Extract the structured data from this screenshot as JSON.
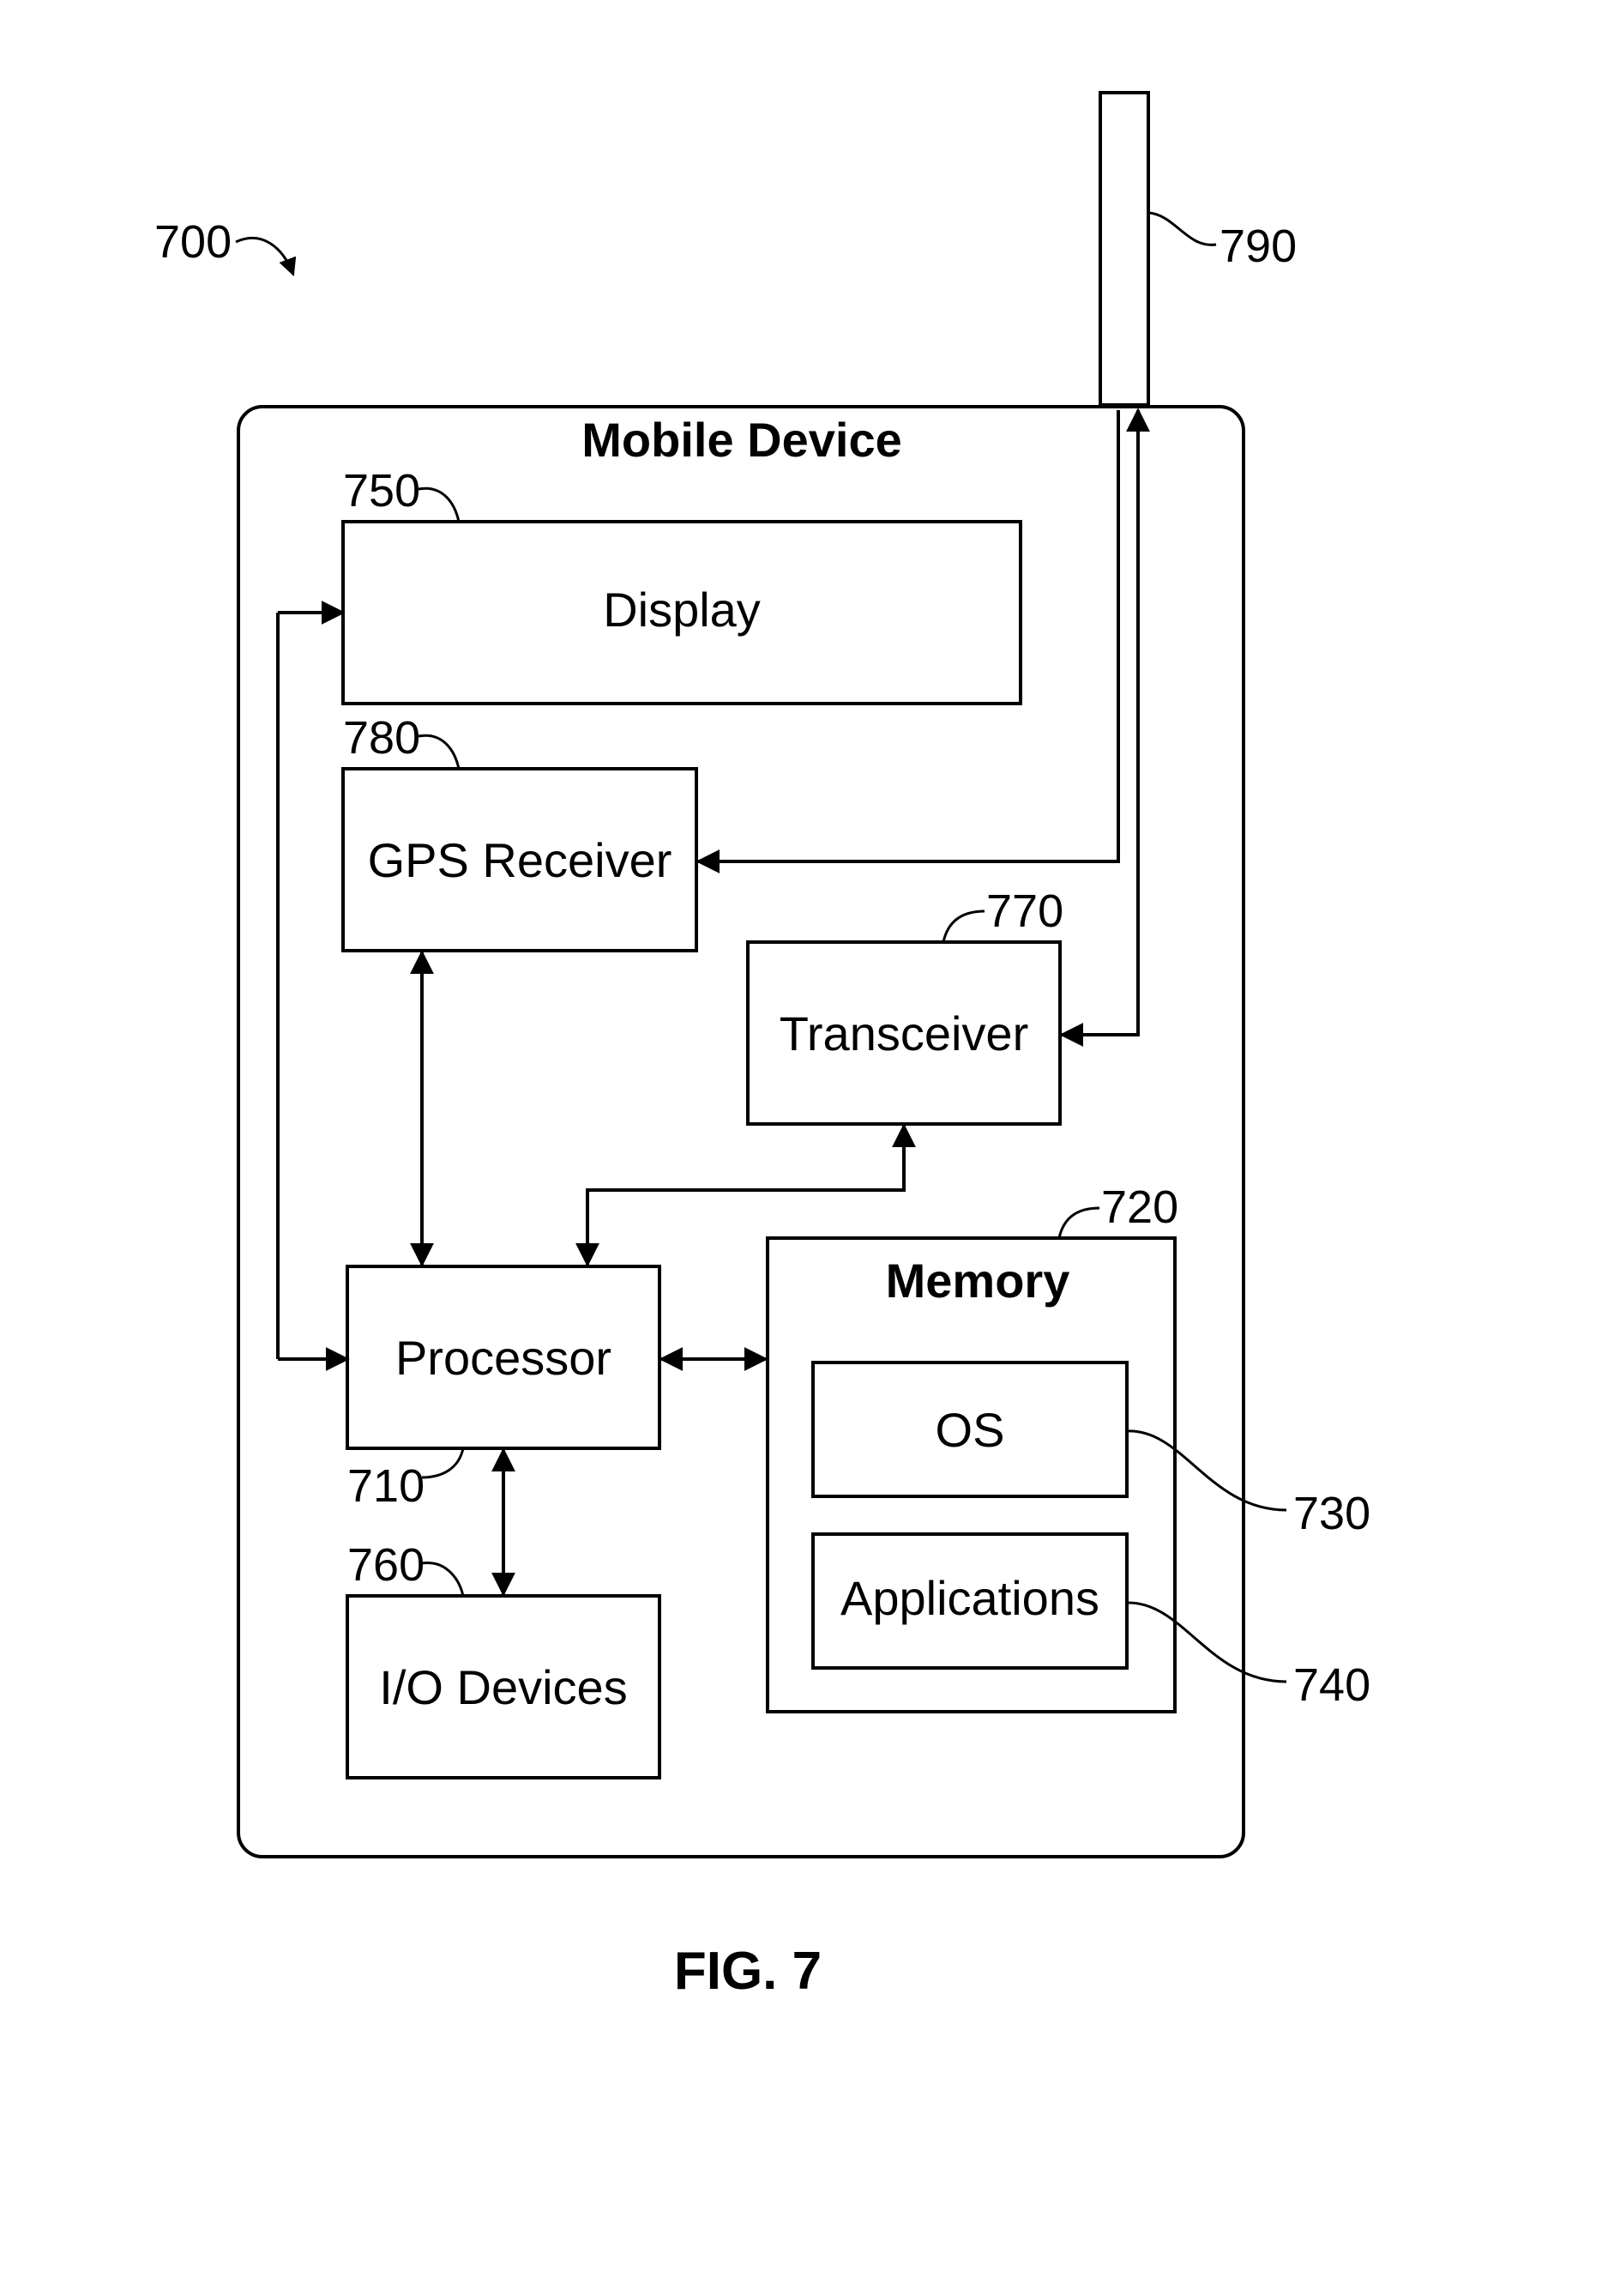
{
  "figure": {
    "ref": "700",
    "caption": "FIG. 7"
  },
  "device": {
    "title": "Mobile Device"
  },
  "antenna": {
    "ref": "790"
  },
  "blocks": {
    "display": {
      "label": "Display",
      "ref": "750"
    },
    "gps": {
      "label": "GPS Receiver",
      "ref": "780"
    },
    "transceiver": {
      "label": "Transceiver",
      "ref": "770"
    },
    "processor": {
      "label": "Processor",
      "ref": "710"
    },
    "io": {
      "label": "I/O Devices",
      "ref": "760"
    },
    "memory": {
      "label": "Memory",
      "ref": "720"
    },
    "os": {
      "label": "OS",
      "ref": "730"
    },
    "applications": {
      "label": "Applications",
      "ref": "740"
    }
  }
}
